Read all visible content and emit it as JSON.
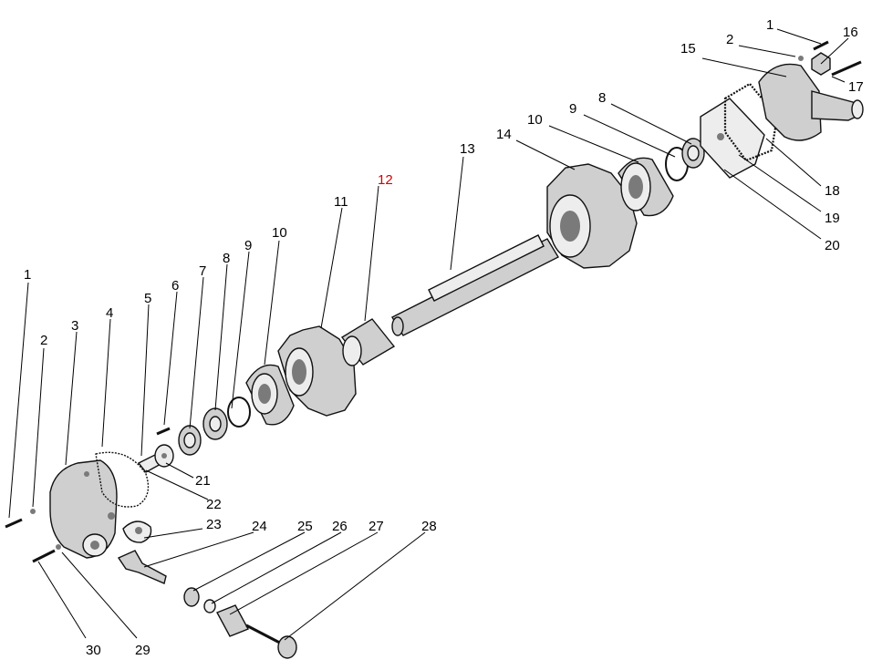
{
  "diagram": {
    "highlight_color": "#d40000",
    "ink_color": "#000000",
    "callouts": [
      {
        "id": "c-1-top",
        "label": "1"
      },
      {
        "id": "c-2-top",
        "label": "2"
      },
      {
        "id": "c-16",
        "label": "16"
      },
      {
        "id": "c-15",
        "label": "15"
      },
      {
        "id": "c-17",
        "label": "17"
      },
      {
        "id": "c-8-top",
        "label": "8"
      },
      {
        "id": "c-9-top",
        "label": "9"
      },
      {
        "id": "c-10-top",
        "label": "10"
      },
      {
        "id": "c-14",
        "label": "14"
      },
      {
        "id": "c-13",
        "label": "13"
      },
      {
        "id": "c-12",
        "label": "12",
        "highlight": true
      },
      {
        "id": "c-11",
        "label": "11"
      },
      {
        "id": "c-10-mid",
        "label": "10"
      },
      {
        "id": "c-9-mid",
        "label": "9"
      },
      {
        "id": "c-8-mid",
        "label": "8"
      },
      {
        "id": "c-7",
        "label": "7"
      },
      {
        "id": "c-6",
        "label": "6"
      },
      {
        "id": "c-5",
        "label": "5"
      },
      {
        "id": "c-4",
        "label": "4"
      },
      {
        "id": "c-3",
        "label": "3"
      },
      {
        "id": "c-2-left",
        "label": "2"
      },
      {
        "id": "c-1-left",
        "label": "1"
      },
      {
        "id": "c-18",
        "label": "18"
      },
      {
        "id": "c-19",
        "label": "19"
      },
      {
        "id": "c-20",
        "label": "20"
      },
      {
        "id": "c-21",
        "label": "21"
      },
      {
        "id": "c-22",
        "label": "22"
      },
      {
        "id": "c-23",
        "label": "23"
      },
      {
        "id": "c-24",
        "label": "24"
      },
      {
        "id": "c-25",
        "label": "25"
      },
      {
        "id": "c-26",
        "label": "26"
      },
      {
        "id": "c-27",
        "label": "27"
      },
      {
        "id": "c-28",
        "label": "28"
      },
      {
        "id": "c-29",
        "label": "29"
      },
      {
        "id": "c-30",
        "label": "30"
      }
    ]
  }
}
